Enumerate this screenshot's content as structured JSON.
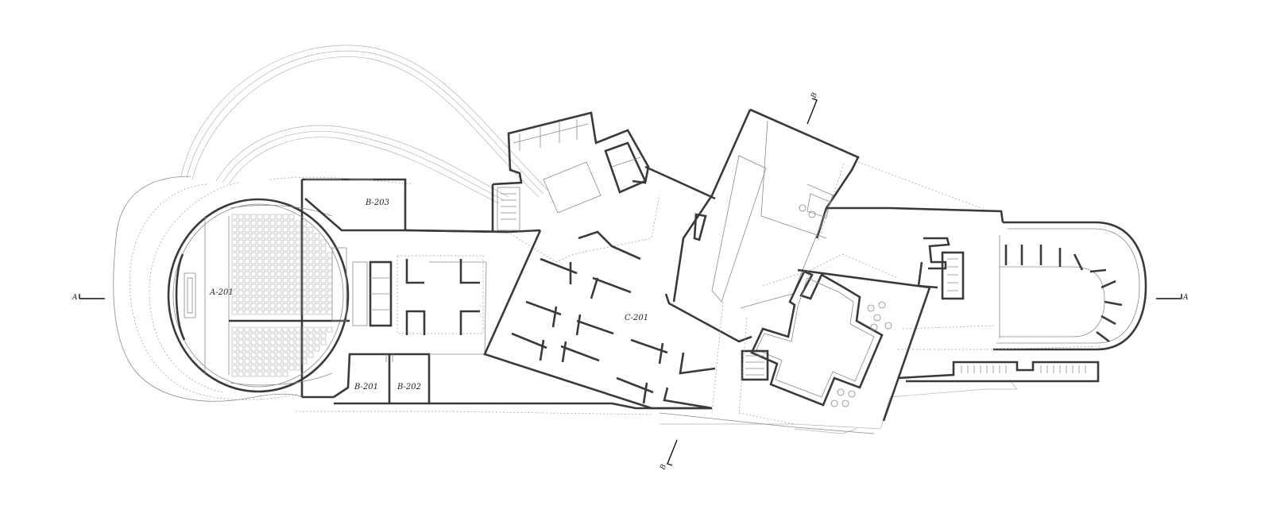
{
  "rooms": {
    "a201": "A-201",
    "b201": "B-201",
    "b202": "B-202",
    "b203": "B-203",
    "c201": "C-201"
  },
  "section_marks": {
    "a_left": "A",
    "a_right": "A",
    "b_top": "B",
    "b_bottom": "B"
  }
}
